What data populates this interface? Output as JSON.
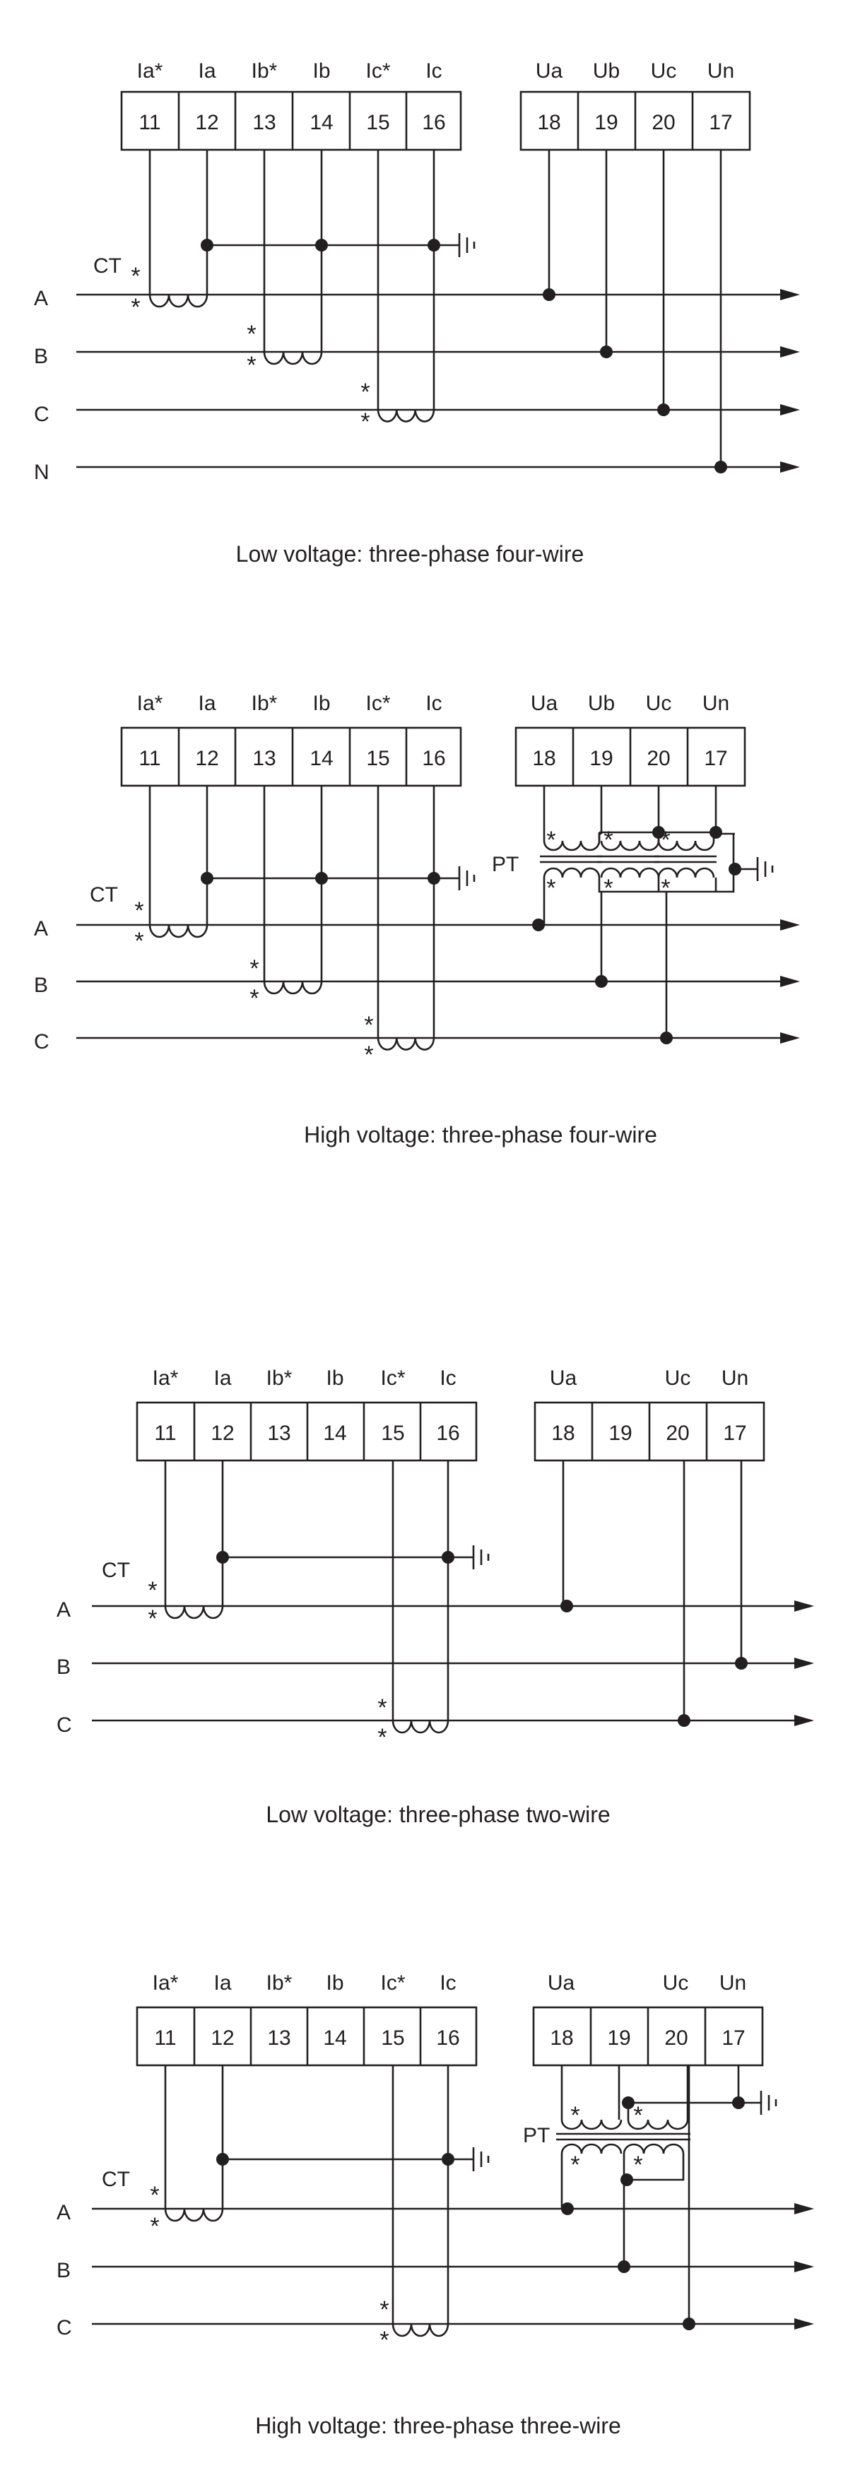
{
  "colors": {
    "ink": "#231f20",
    "background": "#ffffff"
  },
  "labels": {
    "ct": "CT",
    "pt": "PT",
    "star": "*"
  },
  "diagrams": [
    {
      "caption": "Low voltage: three-phase four-wire",
      "top_labels": [
        "Ia*",
        "Ia",
        "Ib*",
        "Ib",
        "Ic*",
        "Ic"
      ],
      "current_terminals": [
        "11",
        "12",
        "13",
        "14",
        "15",
        "16"
      ],
      "voltage_labels": [
        "Ua",
        "Ub",
        "Uc",
        "Un"
      ],
      "voltage_terminals": [
        "18",
        "19",
        "20",
        "17"
      ],
      "lines": [
        "A",
        "B",
        "C",
        "N"
      ]
    },
    {
      "caption": "High voltage: three-phase four-wire",
      "top_labels": [
        "Ia*",
        "Ia",
        "Ib*",
        "Ib",
        "Ic*",
        "Ic"
      ],
      "current_terminals": [
        "11",
        "12",
        "13",
        "14",
        "15",
        "16"
      ],
      "voltage_labels": [
        "Ua",
        "Ub",
        "Uc",
        "Un"
      ],
      "voltage_terminals": [
        "18",
        "19",
        "20",
        "17"
      ],
      "lines": [
        "A",
        "B",
        "C"
      ]
    },
    {
      "caption": "Low voltage: three-phase two-wire",
      "top_labels": [
        "Ia*",
        "Ia",
        "Ib*",
        "Ib",
        "Ic*",
        "Ic"
      ],
      "current_terminals": [
        "11",
        "12",
        "13",
        "14",
        "15",
        "16"
      ],
      "voltage_labels": [
        "Ua",
        "",
        "Uc",
        "Un"
      ],
      "voltage_terminals": [
        "18",
        "19",
        "20",
        "17"
      ],
      "lines": [
        "A",
        "B",
        "C"
      ]
    },
    {
      "caption": "High voltage: three-phase three-wire",
      "top_labels": [
        "Ia*",
        "Ia",
        "Ib*",
        "Ib",
        "Ic*",
        "Ic"
      ],
      "current_terminals": [
        "11",
        "12",
        "13",
        "14",
        "15",
        "16"
      ],
      "voltage_labels": [
        "Ua",
        "",
        "Uc",
        "Un"
      ],
      "voltage_terminals": [
        "18",
        "19",
        "20",
        "17"
      ],
      "lines": [
        "A",
        "B",
        "C"
      ]
    }
  ]
}
